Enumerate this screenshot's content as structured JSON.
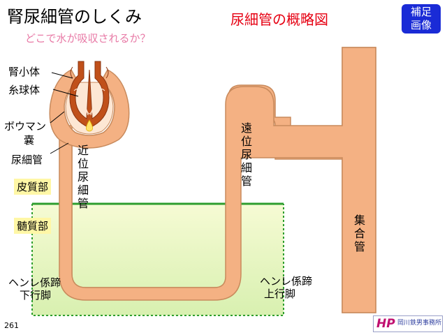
{
  "title": "腎尿細管のしくみ",
  "subtitle": "どこで水が吸収されるか？",
  "heading": "尿細管の概略図",
  "badge": {
    "line1": "補足",
    "line2": "画像"
  },
  "labels": {
    "renal_corpuscle": "腎小体",
    "glomerulus": "糸球体",
    "bowman_1": "ボウマン",
    "bowman_2": "嚢",
    "renal_tubule": "尿細管",
    "cortex": "皮質部",
    "medulla": "髄質部",
    "proximal": "近位尿細管",
    "distal": "遠位尿細管",
    "collecting": "集合管",
    "henle_desc_1": "ヘンレ係蹄",
    "henle_desc_2": "下行脚",
    "henle_asc_1": "ヘンレ係蹄",
    "henle_asc_2": "上行脚"
  },
  "page_number": "261",
  "logo": {
    "mark": "HP",
    "publisher": "岡川鉄男事務所"
  },
  "colors": {
    "tubule_fill": "#f4b183",
    "tubule_stroke": "#c88a5c",
    "glomerulus": "#c0501a",
    "boundary_line": "#2e9e2e",
    "medulla_gradient_top": "#f0f8c8",
    "medulla_gradient_bottom": "#d8f0b0",
    "title_red": "#e60012",
    "subtitle_pink": "#e87aa6",
    "badge_blue": "#1a2bd6"
  }
}
